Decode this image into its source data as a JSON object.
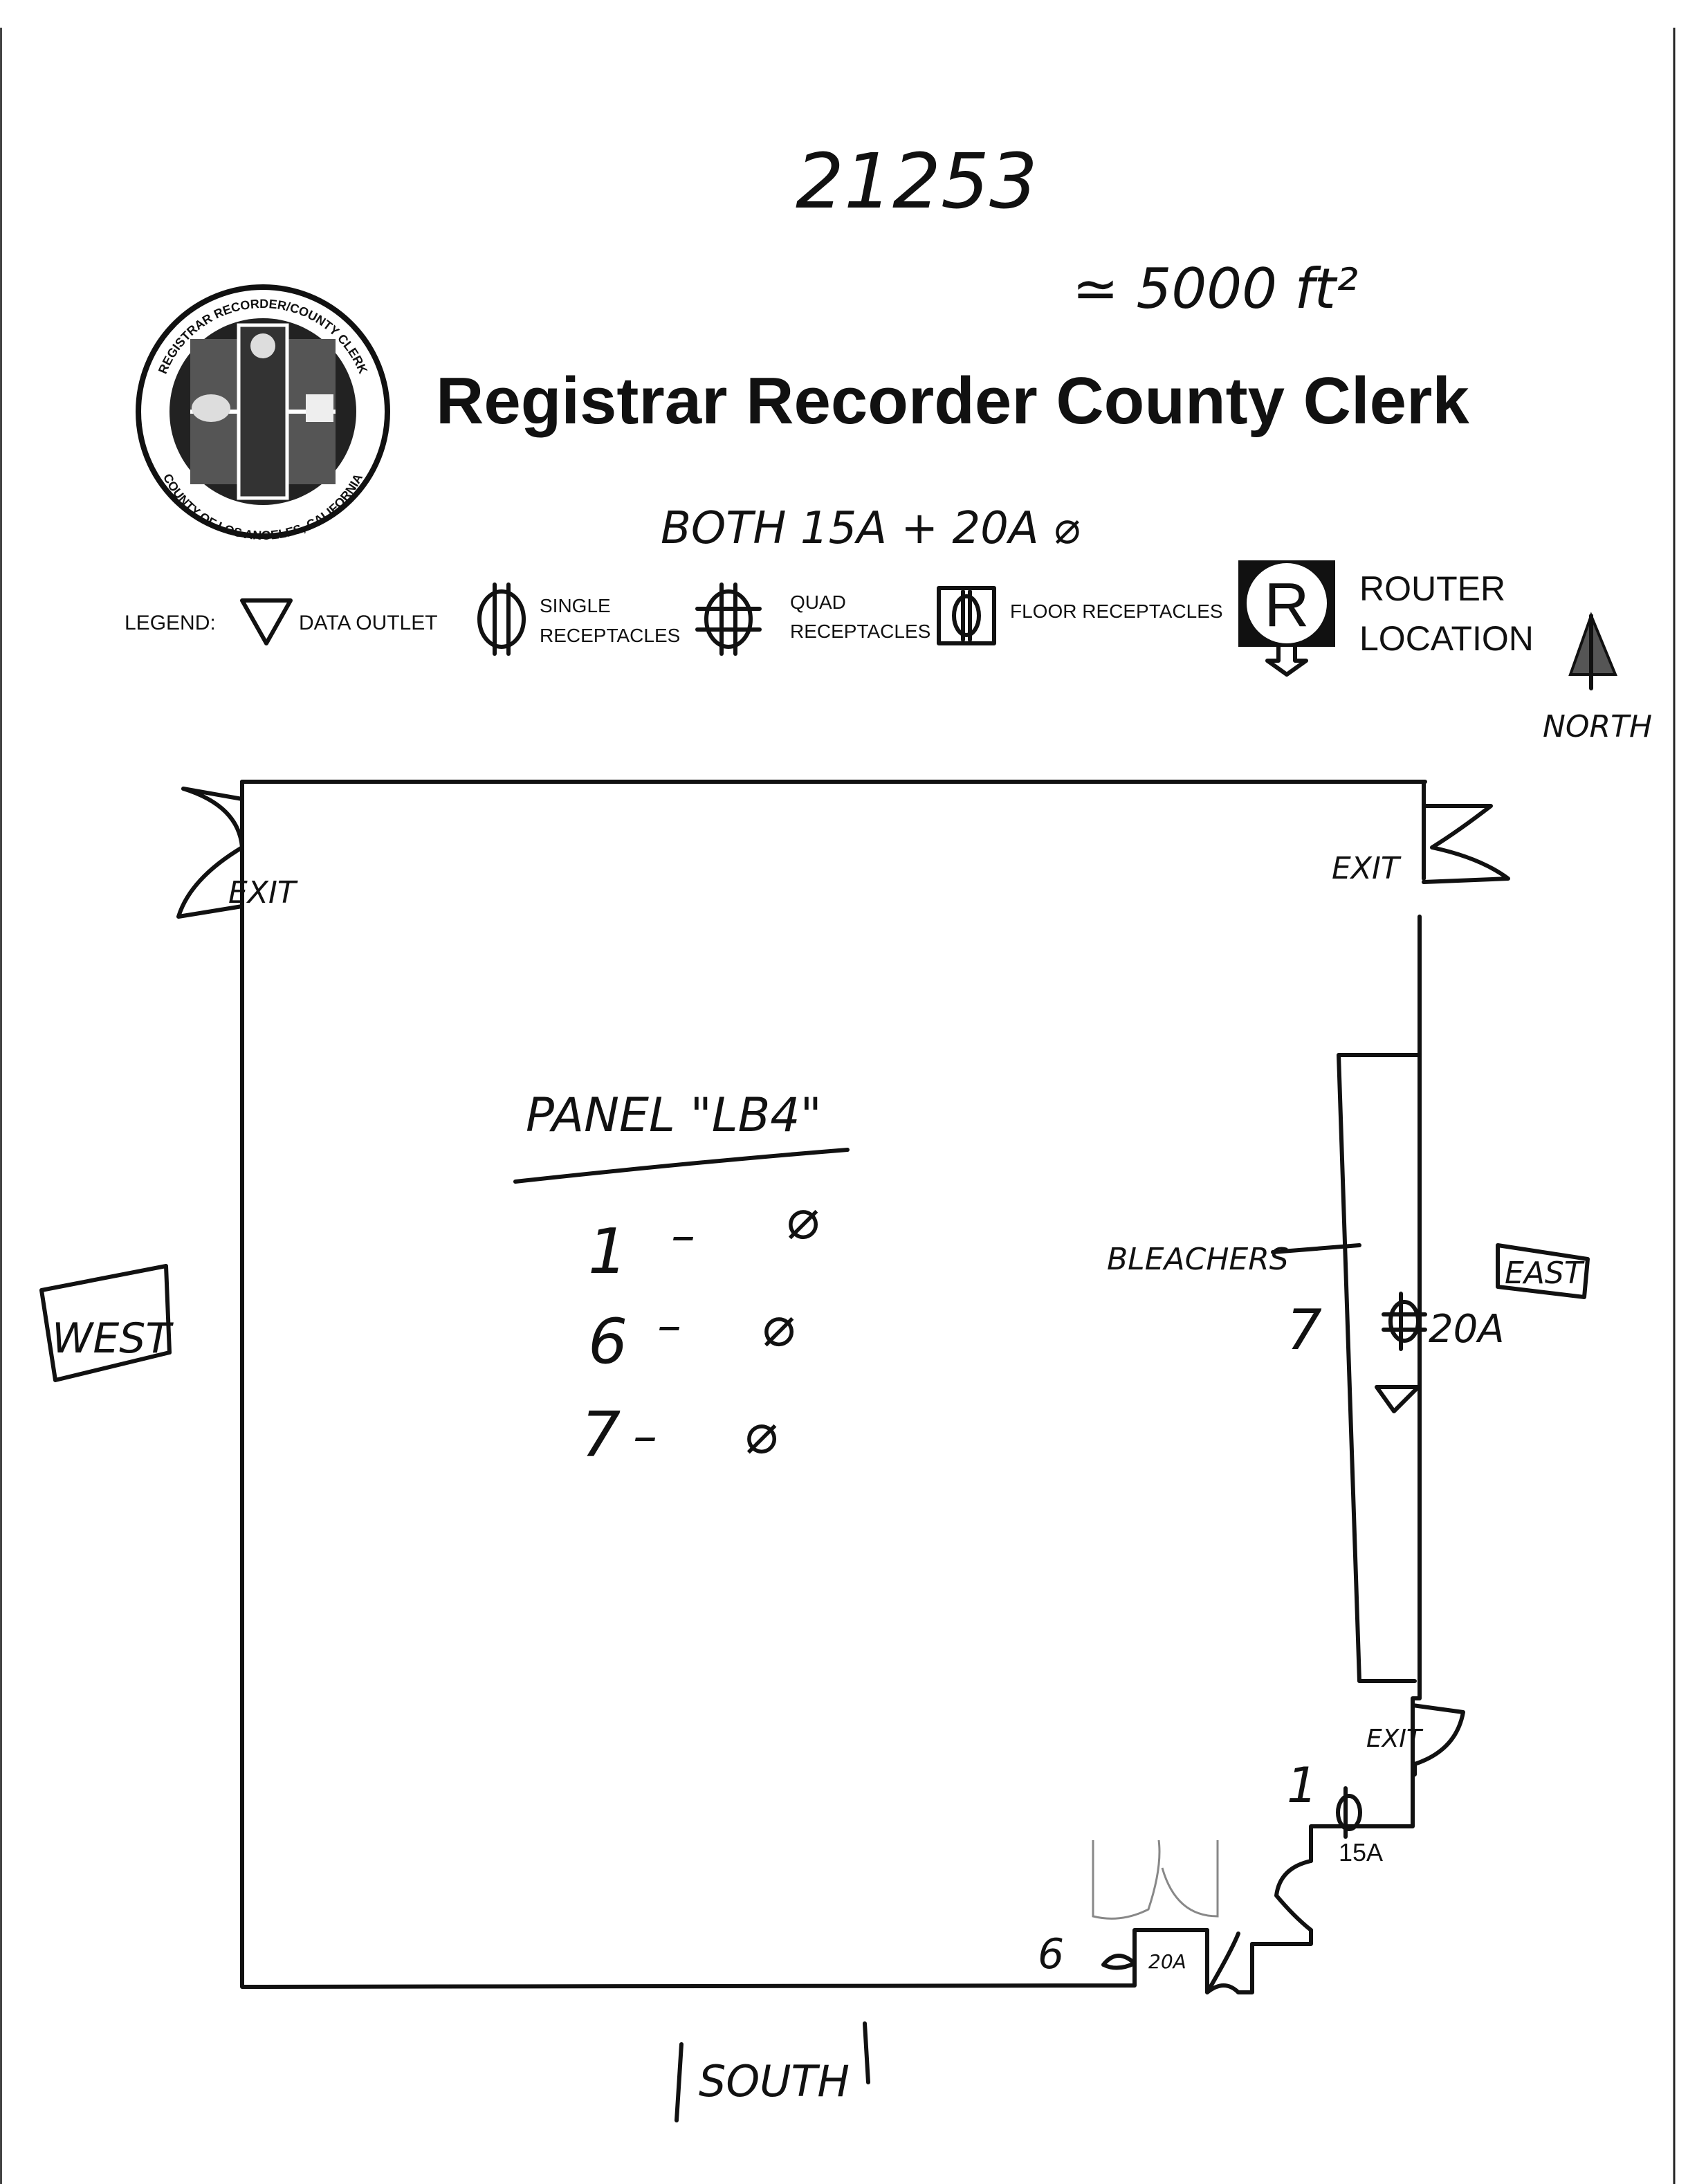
{
  "handwritten": {
    "job_number": "21253",
    "area": "≃ 5000 ft²",
    "note": "BOTH 15A + 20A ⌀"
  },
  "header": {
    "title": "Registrar Recorder County Clerk",
    "seal_text_top": "REGISTRAR RECORDER/COUNTY CLERK",
    "seal_text_bottom": "COUNTY OF LOS ANGELES, CALIFORNIA"
  },
  "legend": {
    "label": "LEGEND:",
    "items": [
      {
        "icon": "triangle-down-icon",
        "label": "DATA OUTLET"
      },
      {
        "icon": "single-receptacle-icon",
        "label_line1": "SINGLE",
        "label_line2": "RECEPTACLES"
      },
      {
        "icon": "quad-receptacle-icon",
        "label_line1": "QUAD",
        "label_line2": "RECEPTACLES"
      },
      {
        "icon": "floor-receptacle-icon",
        "label": "FLOOR RECEPTACLES"
      },
      {
        "icon": "router-icon",
        "icon_letter": "R",
        "label_line1": "ROUTER",
        "label_line2": "LOCATION"
      }
    ],
    "north_label": "NORTH"
  },
  "plan": {
    "exit_labels": [
      "EXIT",
      "EXIT",
      "EXIT"
    ],
    "panel_title": "PANEL \"LB4\"",
    "panel_circuits": [
      {
        "number": "1",
        "symbol": "⌀"
      },
      {
        "number": "6",
        "symbol": "⌀"
      },
      {
        "number": "7",
        "symbol": "⌀"
      }
    ],
    "bleachers_label": "BLEACHERS",
    "outlets": [
      {
        "circuit": "7",
        "amperage": "20A",
        "type": "quad"
      },
      {
        "circuit": "1",
        "amperage": "15A",
        "type": "single"
      },
      {
        "circuit": "6",
        "amperage": "20A",
        "type": "single"
      }
    ],
    "directions": {
      "west": "WEST",
      "east": "EAST",
      "south": "SOUTH"
    }
  }
}
